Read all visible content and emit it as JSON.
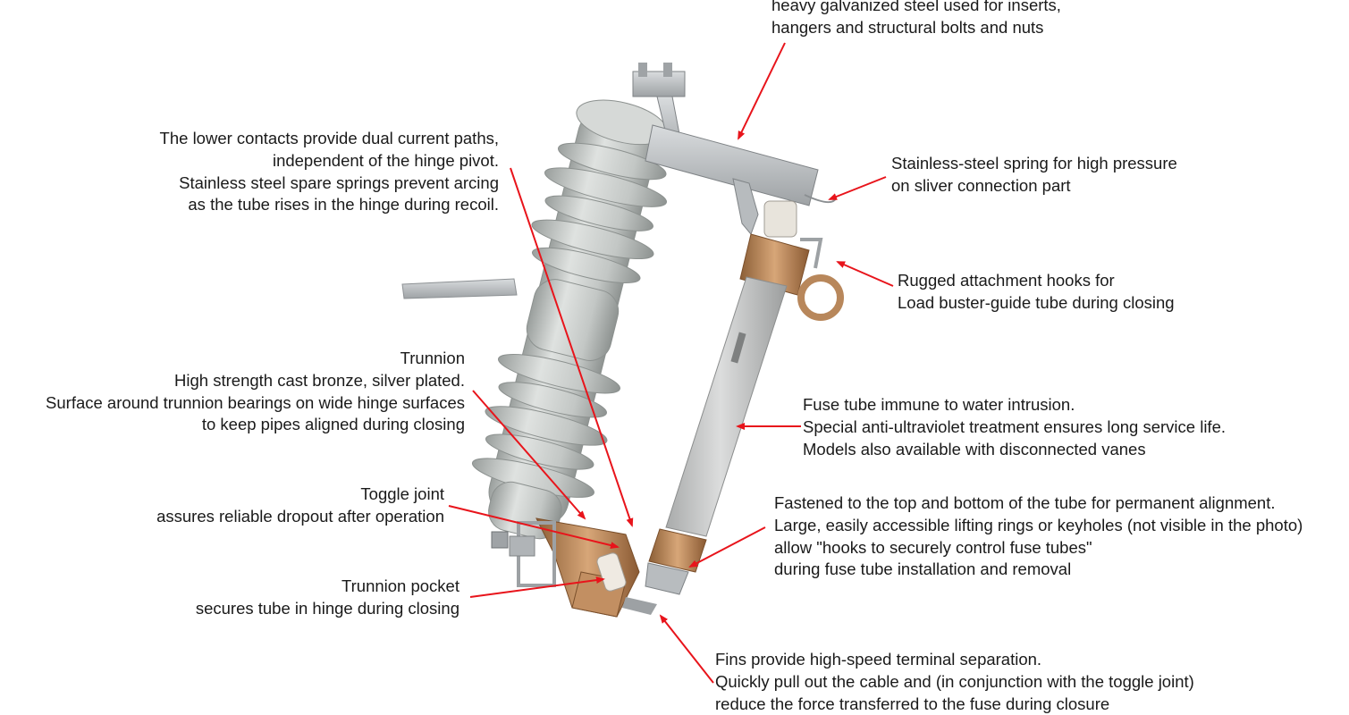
{
  "colors": {
    "arrow": "#e8141b",
    "porcelain": "#c9cdcb",
    "steel": "#b8bcbf",
    "bronze": "#b9895d",
    "tube": "#c4c6c6",
    "text": "#1a1a1a"
  },
  "annotations": {
    "steel": {
      "lines": [
        "heavy galvanized steel used for inserts,",
        "hangers and structural bolts and nuts"
      ]
    },
    "lower_contacts": {
      "lines": [
        "The lower contacts provide dual current paths,",
        "independent of the hinge pivot.",
        "Stainless steel spare springs prevent arcing",
        "as the tube rises in the hinge during recoil."
      ]
    },
    "spring": {
      "lines": [
        "Stainless-steel spring for high pressure",
        "on sliver connection part"
      ]
    },
    "hooks": {
      "lines": [
        "Rugged attachment hooks for",
        "Load buster-guide tube during closing"
      ]
    },
    "trunnion": {
      "lines": [
        "Trunnion",
        "High strength cast bronze, silver plated.",
        "Surface around trunnion bearings on wide hinge surfaces",
        "to keep pipes aligned during closing"
      ]
    },
    "fuse_tube": {
      "lines": [
        "Fuse tube immune to water intrusion.",
        "Special anti-ultraviolet treatment ensures long service life.",
        "Models also available with disconnected vanes"
      ]
    },
    "toggle": {
      "lines": [
        "Toggle joint",
        "assures reliable dropout after operation"
      ]
    },
    "fastened": {
      "lines": [
        "Fastened to the top and bottom of the tube for permanent alignment.",
        "Large, easily accessible lifting rings or keyholes (not visible in the photo)",
        "allow \"hooks to securely control fuse tubes\"",
        "during fuse tube installation and removal"
      ]
    },
    "pocket": {
      "lines": [
        "Trunnion pocket",
        "secures tube in hinge during closing"
      ]
    },
    "fins": {
      "lines": [
        "Fins provide high-speed terminal separation.",
        "Quickly pull out the cable and (in conjunction with the toggle joint)",
        "reduce the force transferred to the fuse during closure"
      ]
    }
  }
}
